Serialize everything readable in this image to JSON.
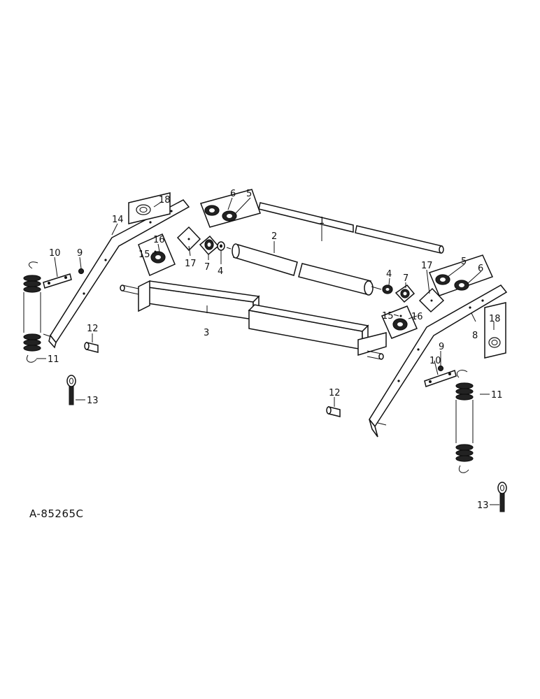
{
  "drawing_code": "A-85265C",
  "callouts": {
    "c1": "1",
    "c2": "2",
    "c3": "3",
    "c4a": "4",
    "c4b": "4",
    "c5a": "5",
    "c5b": "5",
    "c6a": "6",
    "c6b": "6",
    "c7a": "7",
    "c7b": "7",
    "c8": "8",
    "c9a": "9",
    "c9b": "9",
    "c10a": "10",
    "c10b": "10",
    "c11a": "11",
    "c11b": "11",
    "c12a": "12",
    "c12b": "12",
    "c13a": "13",
    "c13b": "13",
    "c14": "14",
    "c15a": "15",
    "c15b": "15",
    "c16a": "16",
    "c16b": "16",
    "c17a": "17",
    "c17b": "17",
    "c18a": "18",
    "c18b": "18"
  }
}
